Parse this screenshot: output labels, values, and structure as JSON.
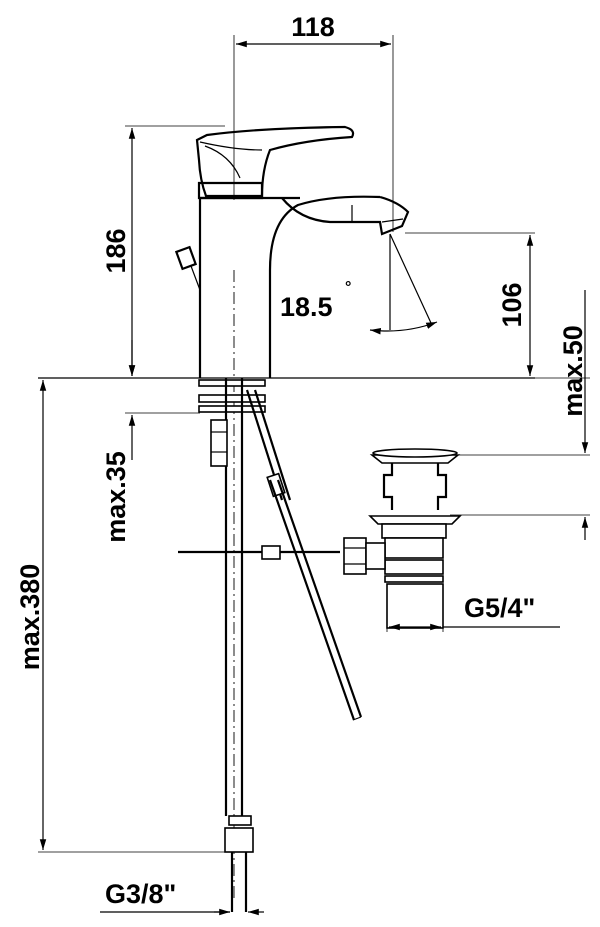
{
  "dimensions": {
    "width_118": "118",
    "height_186": "186",
    "height_106": "106",
    "angle": "18.5",
    "angle_unit": "°",
    "max_50": "max.50",
    "max_35": "max.35",
    "max_380": "max.380",
    "thread_waste": "G5/4\"",
    "thread_hose": "G3/8\""
  }
}
